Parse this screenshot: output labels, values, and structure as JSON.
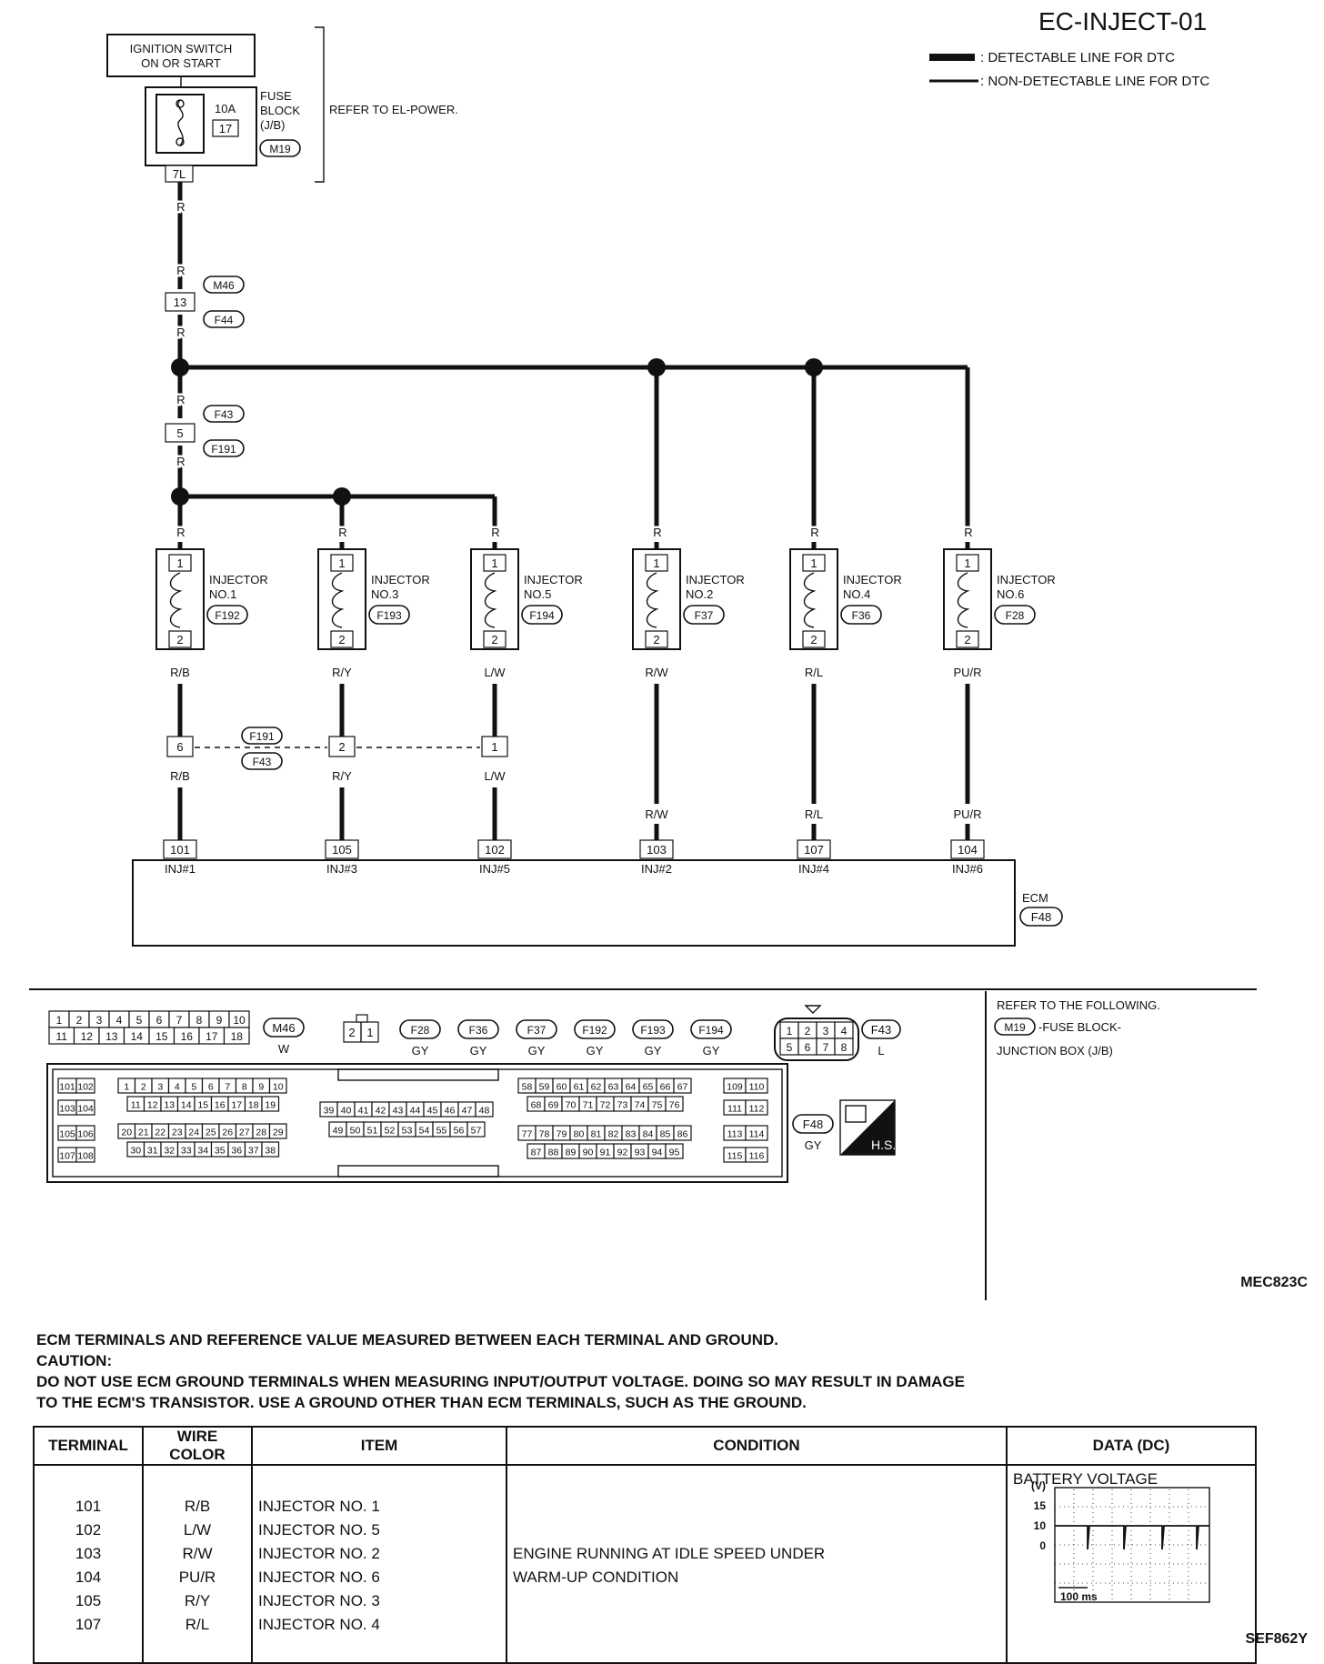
{
  "diagram": {
    "title": "EC-INJECT-01",
    "legend": {
      "detectable": ": DETECTABLE LINE FOR DTC",
      "non_detectable": ": NON-DETECTABLE LINE FOR DTC"
    },
    "ignition_switch": [
      "IGNITION SWITCH",
      "ON OR START"
    ],
    "fuse": {
      "rating": "10A",
      "number": "17",
      "block": [
        "FUSE",
        "BLOCK",
        "(J/B)"
      ],
      "connector": "M19",
      "terminal": "7L"
    },
    "refer_power": "REFER TO EL-POWER.",
    "wire_r": "R",
    "connectors": {
      "m46": "M46",
      "f44": "F44",
      "pin_13": "13",
      "f43": "F43",
      "f191": "F191",
      "pin_5": "5"
    },
    "injectors": [
      {
        "name": [
          "INJECTOR",
          "NO.1"
        ],
        "conn": "F192",
        "wire_out": "R/B",
        "joint_pin": "6",
        "ecm_pin": "101",
        "ecm_label": "INJ#1"
      },
      {
        "name": [
          "INJECTOR",
          "NO.3"
        ],
        "conn": "F193",
        "wire_out": "R/Y",
        "joint_pin": "2",
        "ecm_pin": "105",
        "ecm_label": "INJ#3"
      },
      {
        "name": [
          "INJECTOR",
          "NO.5"
        ],
        "conn": "F194",
        "wire_out": "L/W",
        "joint_pin": "1",
        "ecm_pin": "102",
        "ecm_label": "INJ#5"
      },
      {
        "name": [
          "INJECTOR",
          "NO.2"
        ],
        "conn": "F37",
        "wire_out": "R/W",
        "joint_pin": "",
        "ecm_pin": "103",
        "ecm_label": "INJ#2"
      },
      {
        "name": [
          "INJECTOR",
          "NO.4"
        ],
        "conn": "F36",
        "wire_out": "R/L",
        "joint_pin": "",
        "ecm_pin": "107",
        "ecm_label": "INJ#4"
      },
      {
        "name": [
          "INJECTOR",
          "NO.6"
        ],
        "conn": "F28",
        "wire_out": "PU/R",
        "joint_pin": "",
        "ecm_pin": "104",
        "ecm_label": "INJ#6"
      }
    ],
    "injector_pins": [
      "1",
      "2"
    ],
    "ecm": {
      "label": "ECM",
      "connector": "F48"
    },
    "code_top": "MEC823C"
  },
  "connector_views": {
    "m46": {
      "row1": [
        "1",
        "2",
        "3",
        "4",
        "5",
        "6",
        "7",
        "8",
        "9",
        "10"
      ],
      "row2": [
        "11",
        "12",
        "13",
        "14",
        "15",
        "16",
        "17",
        "18"
      ],
      "name": "M46",
      "color": "W"
    },
    "inj": {
      "pins": [
        "2",
        "1"
      ],
      "parts": [
        "F28",
        "F36",
        "F37",
        "F192",
        "F193",
        "F194"
      ],
      "color": "GY"
    },
    "f43": {
      "row1": [
        "1",
        "2",
        "3",
        "4"
      ],
      "row2": [
        "5",
        "6",
        "7",
        "8"
      ],
      "name": "F43",
      "color": "L"
    },
    "f48": {
      "name": "F48",
      "color": "GY",
      "hs": "H.S."
    },
    "refer": [
      "REFER TO THE FOLLOWING.",
      "M19",
      "-FUSE BLOCK-",
      "JUNCTION BOX (J/B)"
    ]
  },
  "notes": {
    "line1": "ECM TERMINALS AND REFERENCE VALUE MEASURED BETWEEN EACH TERMINAL AND GROUND.",
    "line2": "CAUTION:",
    "line3": "DO NOT USE ECM GROUND TERMINALS WHEN MEASURING INPUT/OUTPUT VOLTAGE. DOING SO MAY RESULT IN DAMAGE",
    "line4": "TO THE ECM'S TRANSISTOR. USE A GROUND OTHER THAN ECM TERMINALS, SUCH AS THE GROUND."
  },
  "table": {
    "headers": {
      "terminal": "TERMINAL",
      "wire": "WIRE COLOR",
      "item": "ITEM",
      "condition": "CONDITION",
      "data": "DATA (DC)"
    },
    "terminals": [
      "101",
      "102",
      "103",
      "104",
      "105",
      "107"
    ],
    "wires": [
      "R/B",
      "L/W",
      "R/W",
      "PU/R",
      "R/Y",
      "R/L"
    ],
    "items": [
      "INJECTOR NO. 1",
      "INJECTOR NO. 5",
      "INJECTOR NO. 2",
      "INJECTOR NO. 6",
      "INJECTOR NO. 3",
      "INJECTOR NO. 4"
    ],
    "condition": [
      "ENGINE RUNNING AT IDLE SPEED UNDER",
      "WARM-UP CONDITION"
    ],
    "data": "BATTERY VOLTAGE",
    "scope": {
      "unit": "(V)",
      "y_ticks": [
        "15",
        "10",
        "0"
      ],
      "time": "100 ms"
    }
  },
  "code_bottom": "SEF862Y"
}
